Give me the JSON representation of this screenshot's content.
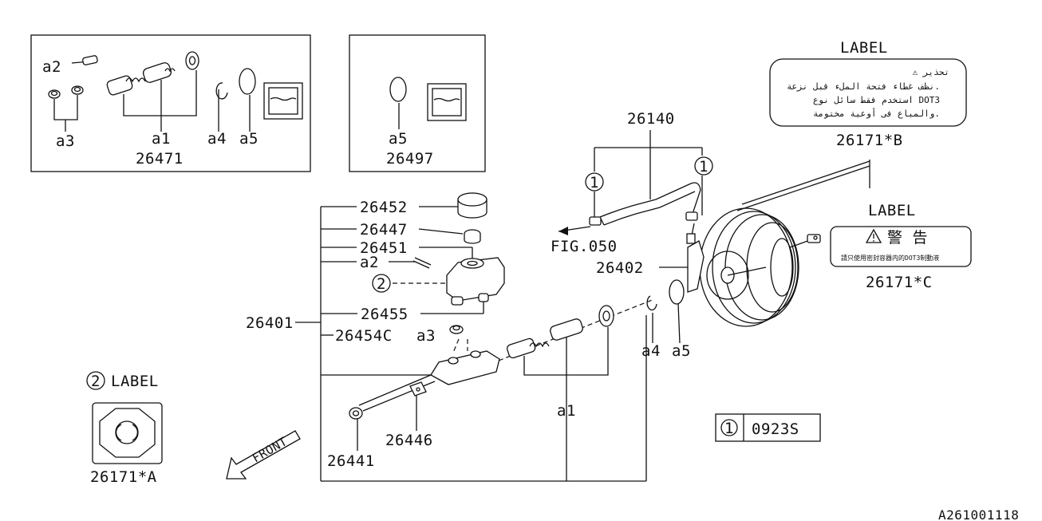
{
  "boxes": {
    "kit1": {
      "number": "26471",
      "items": [
        "a1",
        "a2",
        "a3",
        "a4",
        "a5"
      ]
    },
    "kit2": {
      "number": "26497",
      "items": [
        "a5"
      ]
    }
  },
  "parts": {
    "p26452": "26452",
    "p26447": "26447",
    "p26451": "26451",
    "pa2": "a2",
    "p26455": "26455",
    "p26401": "26401",
    "p26454c": "26454C",
    "pa3": "a3",
    "p26446": "26446",
    "p26441": "26441",
    "pa1": "a1",
    "pa4": "a4",
    "pa5": "a5",
    "p26402": "26402",
    "p26140": "26140",
    "fig": "FIG.050"
  },
  "labels": {
    "b": {
      "header": "LABEL",
      "number": "26171*B",
      "lines": [
        "⚠ تحذير",
        "نظف غطاء فتحة الملء قبل نزعة.",
        "استخدم فقط سائل نوع DOT3",
        "والمباع فى أوعية مختومة."
      ]
    },
    "c": {
      "header": "LABEL",
      "number": "26171*C",
      "warning": "警  告",
      "note": "請只使用密封容器内的DOT3制動液"
    },
    "a": {
      "callout": "2",
      "header": "LABEL",
      "number": "26171*A"
    }
  },
  "callouts": {
    "one": "1",
    "two": "2"
  },
  "legend": {
    "callout": "1",
    "code": "0923S"
  },
  "front": "FRONT",
  "diagram_id": "A261001118"
}
